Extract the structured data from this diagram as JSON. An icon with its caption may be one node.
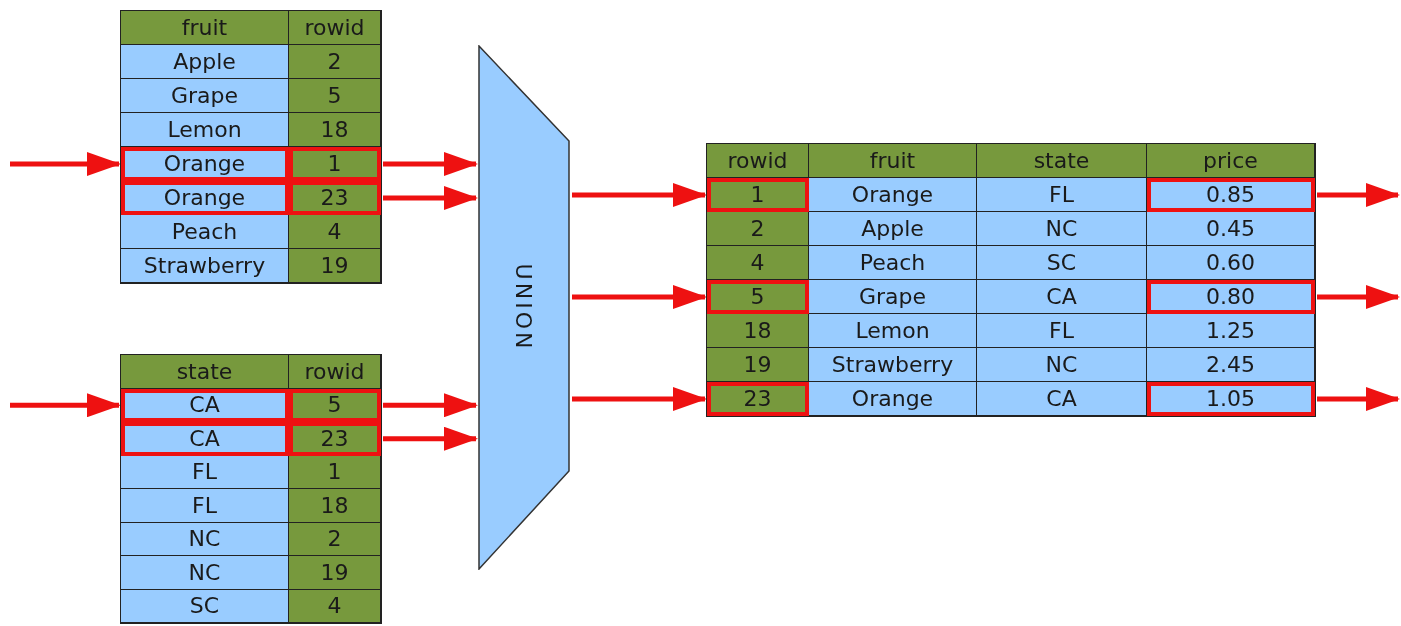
{
  "diagram": {
    "nodes": [
      {
        "text": [
          "Orange"
        ]
      },
      {
        "text": [
          "1"
        ]
      },
      {
        "text": [
          "Orange"
        ]
      },
      {
        "text": [
          "23"
        ]
      },
      {
        "text": [
          "UNION"
        ]
      },
      {
        "text": [
          "CA"
        ]
      },
      {
        "text": [
          "5"
        ]
      },
      {
        "text": [
          "CA"
        ]
      },
      {
        "text": [
          "23"
        ]
      },
      {
        "text": [
          "1"
        ]
      },
      {
        "text": [
          "0.85"
        ]
      },
      {
        "text": [
          "5"
        ]
      },
      {
        "text": [
          "0.80"
        ]
      },
      {
        "text": [
          "23"
        ]
      },
      {
        "text": [
          "1.05"
        ]
      }
    ],
    "edges": [
      {
        "from": null,
        "to": 0,
        "arrow": "to"
      },
      {
        "from": 1,
        "to": 4,
        "arrow": "to"
      },
      {
        "from": 3,
        "to": 4,
        "arrow": "to"
      },
      {
        "from": null,
        "to": 5,
        "arrow": "to"
      },
      {
        "from": 6,
        "to": 4,
        "arrow": "to"
      },
      {
        "from": 8,
        "to": 4,
        "arrow": "to"
      },
      {
        "from": 4,
        "to": 9,
        "arrow": "to"
      },
      {
        "from": 4,
        "to": 11,
        "arrow": "to"
      },
      {
        "from": 4,
        "to": 13,
        "arrow": "to"
      },
      {
        "from": 10,
        "to": null,
        "arrow": "to"
      },
      {
        "from": 12,
        "to": null,
        "arrow": "to"
      },
      {
        "from": 14,
        "to": null,
        "arrow": "to"
      }
    ],
    "labels": [
      "fruit",
      "rowid",
      "Apple",
      "2",
      "Grape",
      "5",
      "Lemon",
      "18",
      "Peach",
      "4",
      "Strawberry",
      "19",
      "state",
      "rowid",
      "FL",
      "1",
      "FL",
      "18",
      "NC",
      "2",
      "NC",
      "19",
      "SC",
      "4",
      "rowid",
      "fruit",
      "state",
      "price",
      "Orange",
      "FL",
      "2",
      "Apple",
      "NC",
      "0.45",
      "4",
      "Peach",
      "SC",
      "0.60",
      "Grape",
      "CA",
      "18",
      "Lemon",
      "FL",
      "1.25",
      "19",
      "Strawberry",
      "NC",
      "2.45",
      "Orange",
      "CA"
    ]
  }
}
